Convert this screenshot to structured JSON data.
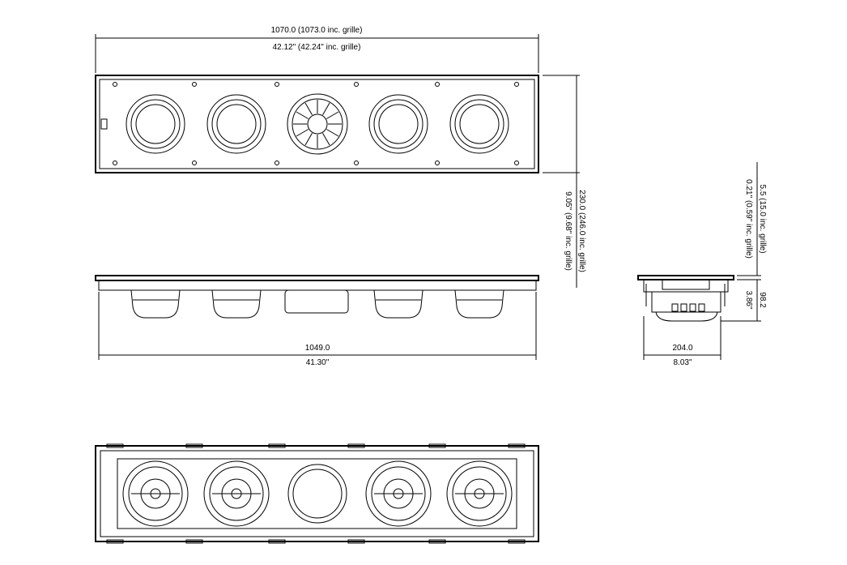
{
  "front_view": {
    "width_mm": "1070.0  (1073.0 inc. grille)",
    "width_in": "42.12\"  (42.24\" inc. grille)",
    "height_mm": "230.0  (246.0 inc. grille)",
    "height_in": "9.05\"  (9.68\" inc. grille)"
  },
  "side_view": {
    "width_mm": "1049.0",
    "width_in": "41.30\""
  },
  "end_view": {
    "flange_mm": "5.5  (15.0 inc. grille)",
    "flange_in": "0.21\"  (0.59\" inc. grille)",
    "depth_mm": "98.2",
    "depth_in": "3.86\"",
    "width_mm": "204.0",
    "width_in": "8.03\""
  }
}
